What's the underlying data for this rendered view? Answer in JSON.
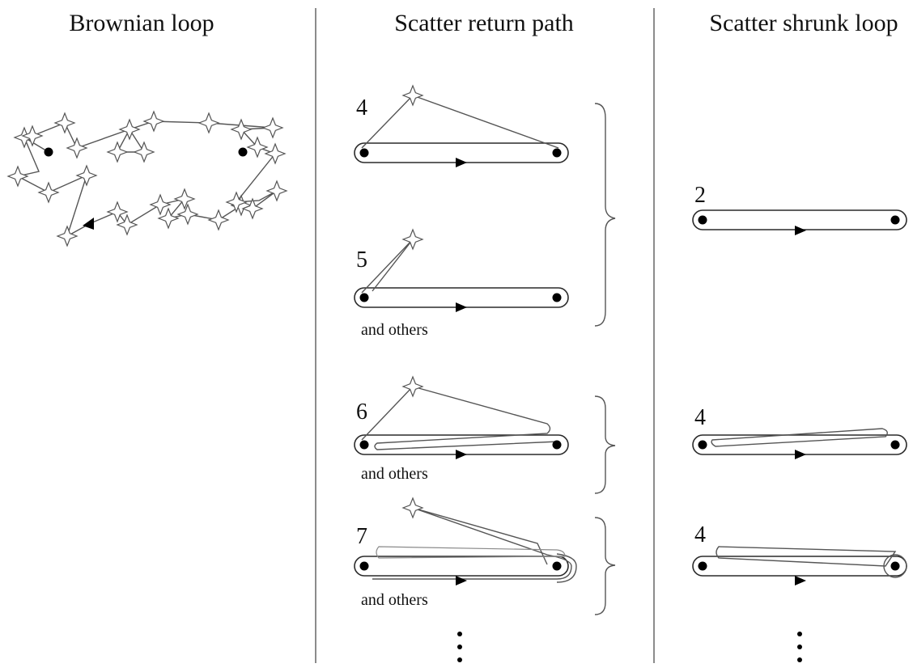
{
  "columns": {
    "loop_title": "Brownian loop",
    "return_title": "Scatter return path",
    "shrunk_title": "Scatter shrunk loop"
  },
  "rows": [
    {
      "return_number": "4",
      "return_note": ""
    },
    {
      "return_number": "5",
      "return_note": "and others"
    },
    {
      "return_number": "6",
      "return_note": "and others",
      "shrunk_number": "4"
    },
    {
      "return_number": "7",
      "return_note": "and others",
      "shrunk_number": "4"
    }
  ],
  "group_one_shrunk_number": "2",
  "colors": {
    "ink": "#111111",
    "divider": "#8c8c8c",
    "loop_line": "#555555"
  }
}
